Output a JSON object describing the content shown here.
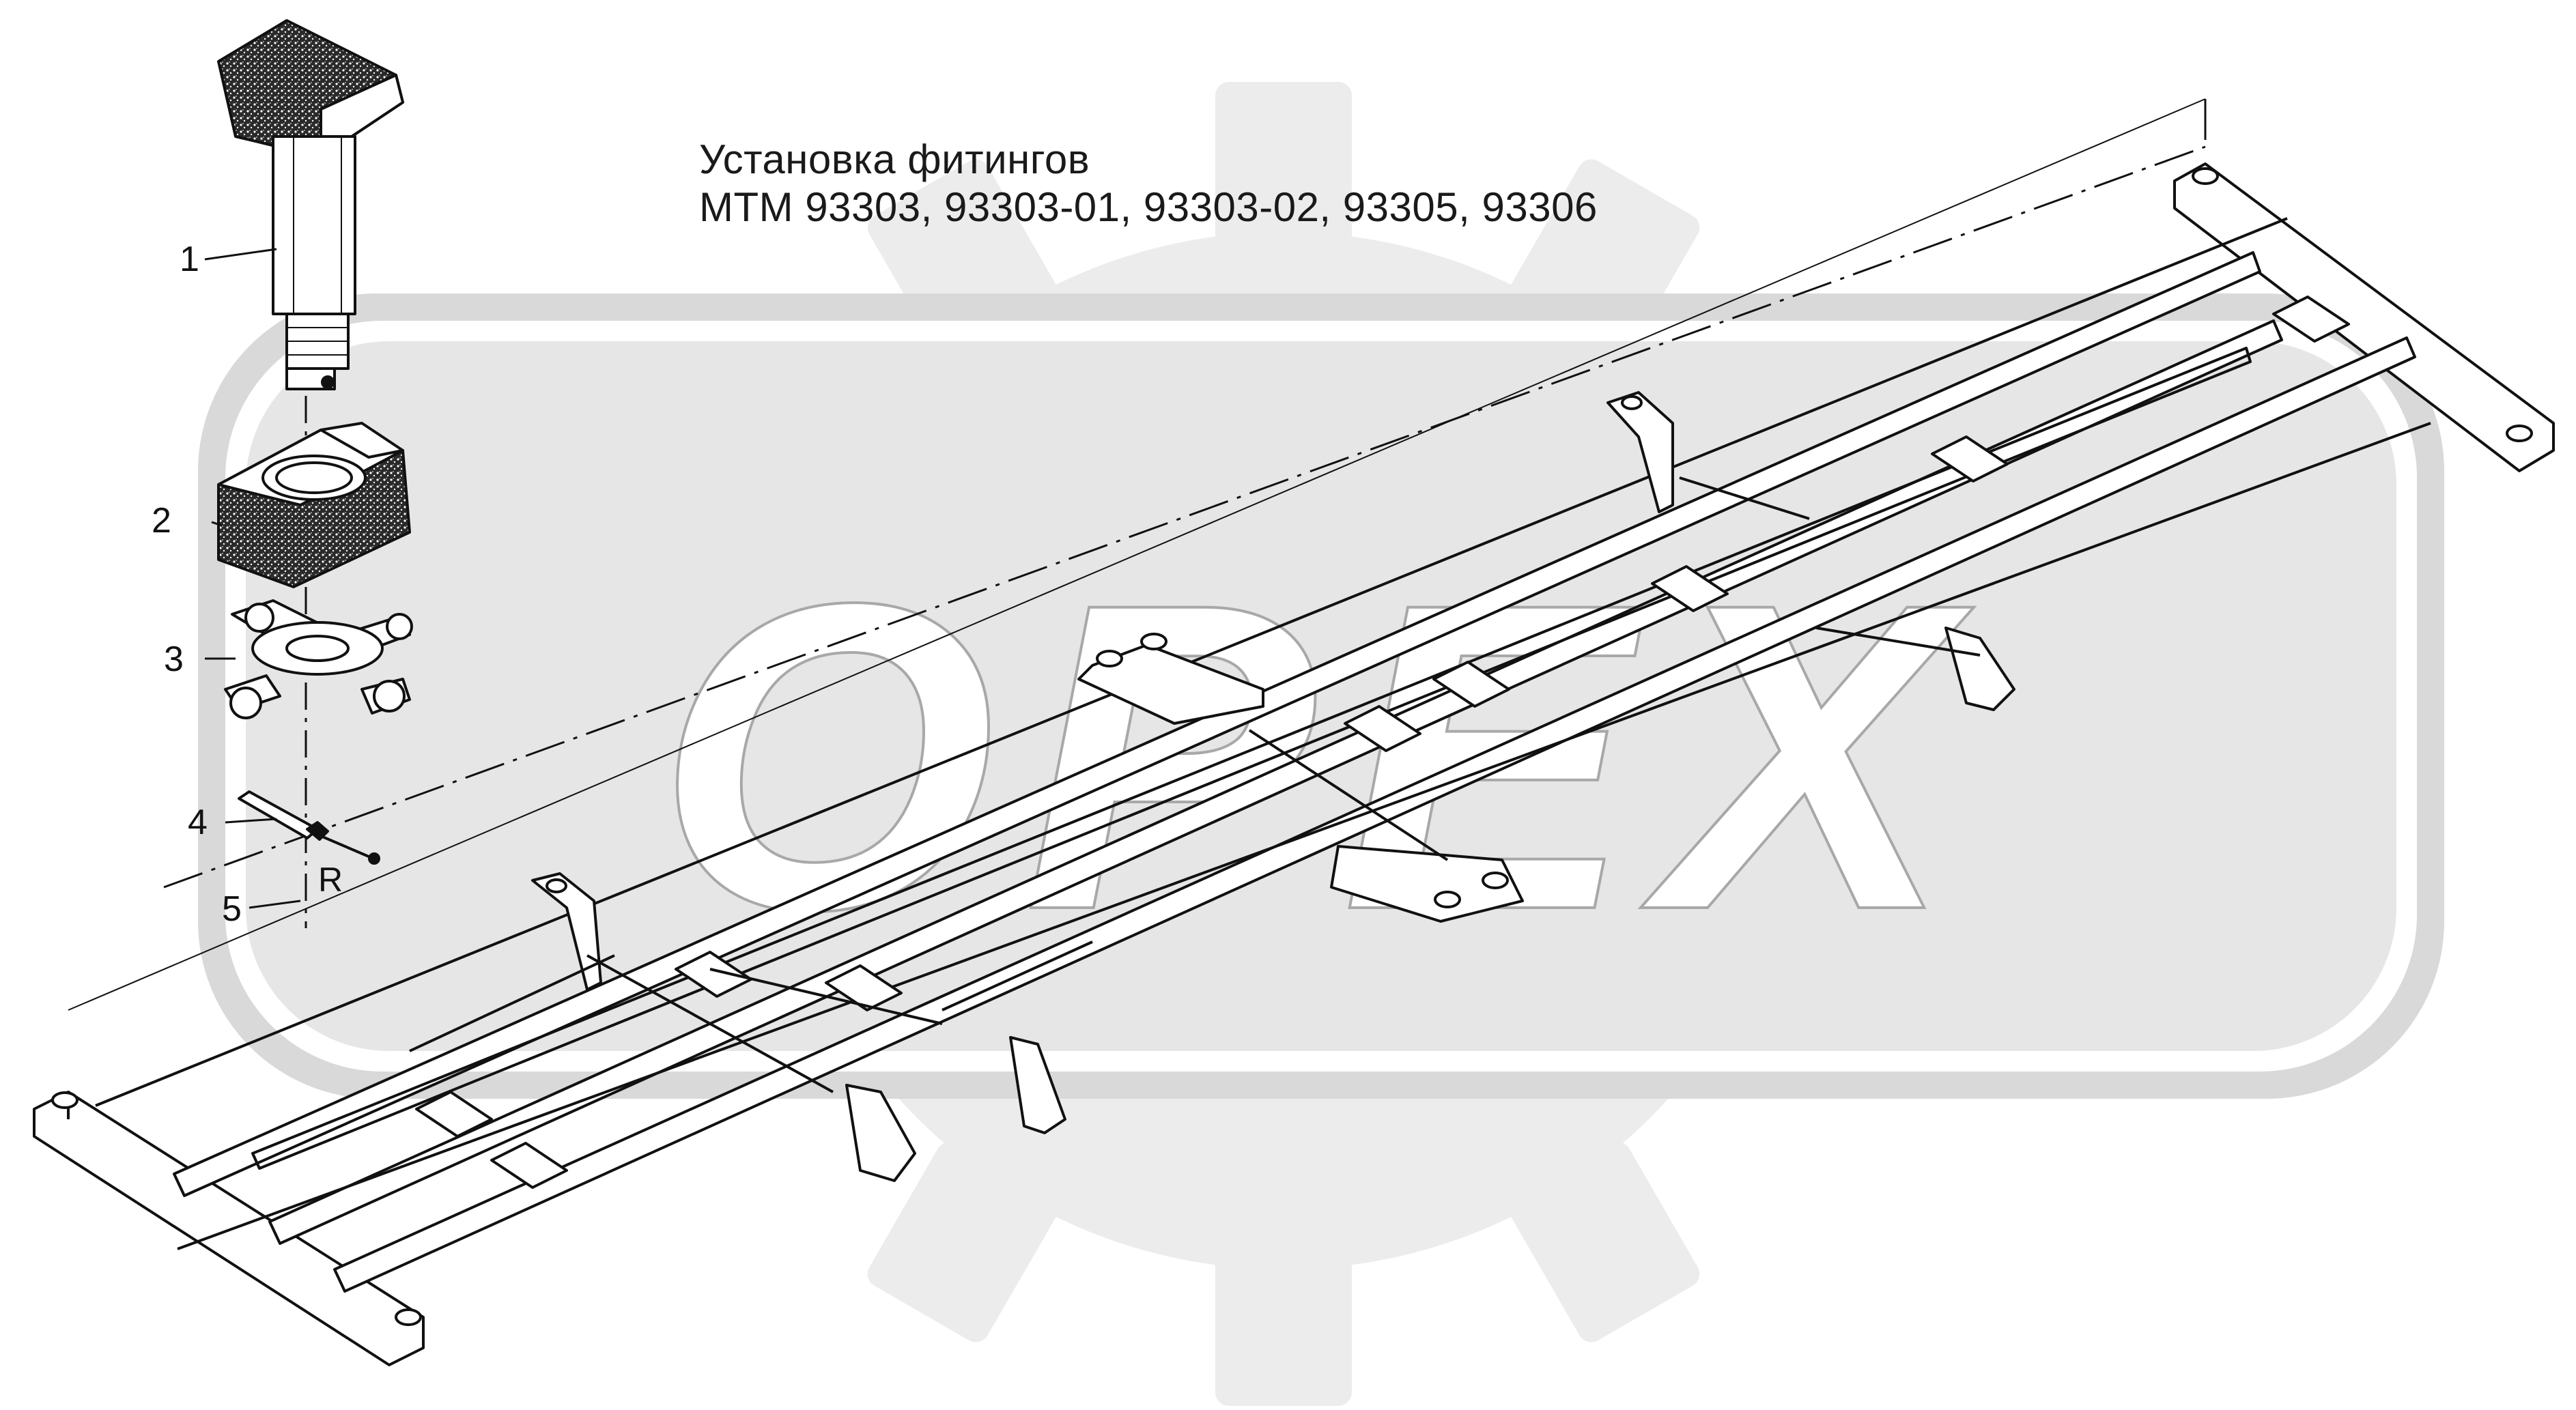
{
  "title": {
    "line1": "Установка фитингов",
    "line2": "МТМ 93303, 93303-01, 93303-02, 93305, 93306"
  },
  "watermark": {
    "text": "OPEX",
    "color": "#e3e3e3"
  },
  "callouts": [
    {
      "label": "1"
    },
    {
      "label": "2"
    },
    {
      "label": "3"
    },
    {
      "label": "4"
    },
    {
      "label": "5"
    }
  ],
  "radius_label": "R"
}
